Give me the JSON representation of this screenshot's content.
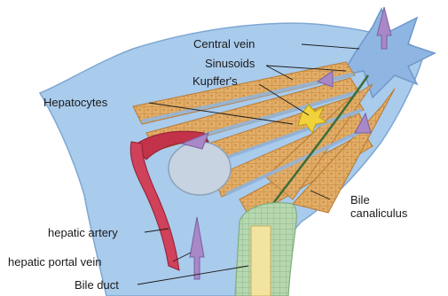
{
  "labels": {
    "central_vein": "Central vein",
    "sinusoids": "Sinusoids",
    "kupffer": "Kupffer's",
    "hepatocytes": "Hepatocytes",
    "bile_canaliculus_line1": "Bile",
    "bile_canaliculus_line2": "canaliculus",
    "hepatic_artery": "hepatic artery",
    "hepatic_portal_vein": "hepatic portal vein",
    "bile_duct": "Bile duct"
  },
  "colors": {
    "vein_blue": "#9ec3e6",
    "vein_dark": "#6f98c9",
    "hepatocyte": "#e2ad66",
    "hepatocyte_edge": "#b87a35",
    "artery_red": "#c2334a",
    "bile_duct_green": "#a9cfa6",
    "kupffer_yellow": "#f1d23a",
    "flow_arrow": "#a888c6"
  }
}
